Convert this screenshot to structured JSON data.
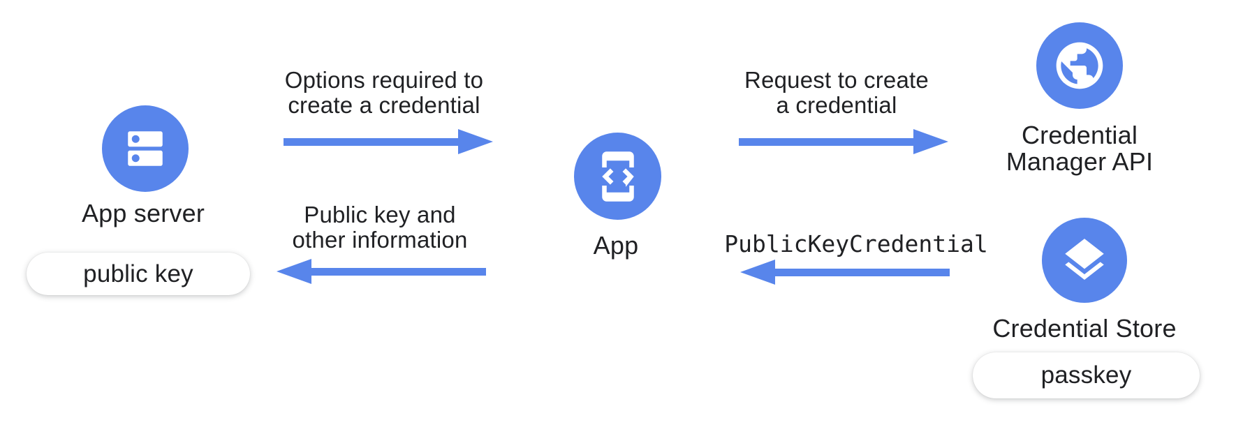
{
  "diagram": {
    "background_color": "#ffffff",
    "accent_blue": "#5885EB",
    "text_color": "#202124",
    "nodes": {
      "app_server": {
        "title": "App server",
        "icon": "server-dns-icon",
        "badge": "public key"
      },
      "app": {
        "title": "App",
        "icon": "phone-code-icon"
      },
      "credential_manager_api": {
        "title_line1": "Credential",
        "title_line2": "Manager API",
        "icon": "globe-icon"
      },
      "credential_store": {
        "title": "Credential Store",
        "icon": "layers-icon",
        "badge": "passkey"
      }
    },
    "arrows": {
      "options_to_create": {
        "label_line1": "Options required to",
        "label_line2": "create a credential",
        "direction": "right"
      },
      "request_to_create": {
        "label_line1": "Request to create",
        "label_line2": "a credential",
        "direction": "right"
      },
      "public_key_return": {
        "label_line1": "Public key and",
        "label_line2": "other information",
        "direction": "left"
      },
      "publickeycredential_return": {
        "label": "PublicKeyCredential",
        "direction": "left"
      }
    }
  }
}
